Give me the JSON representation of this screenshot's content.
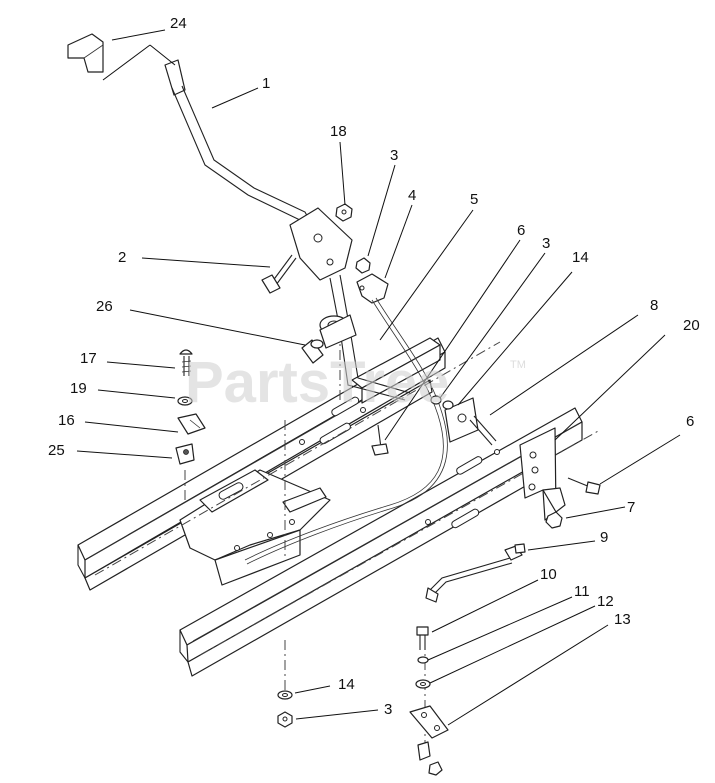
{
  "watermark": {
    "text": "PartsTree",
    "trademark": "TM"
  },
  "callouts": [
    "24",
    "1",
    "18",
    "3",
    "4",
    "5",
    "2",
    "6",
    "3",
    "14",
    "26",
    "8",
    "20",
    "17",
    "19",
    "16",
    "25",
    "6",
    "7",
    "9",
    "10",
    "11",
    "12",
    "13",
    "14",
    "3"
  ]
}
